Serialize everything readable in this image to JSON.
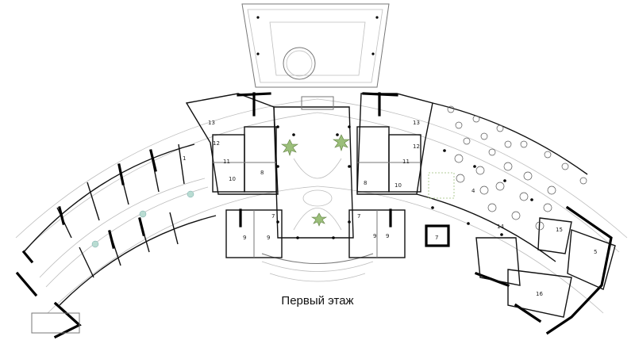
{
  "caption": "Первый этаж",
  "room_labels": [
    {
      "id": "13-left",
      "text": "13"
    },
    {
      "id": "12-left",
      "text": "12"
    },
    {
      "id": "11-left",
      "text": "11"
    },
    {
      "id": "10-left",
      "text": "10"
    },
    {
      "id": "8-left",
      "text": "8"
    },
    {
      "id": "7-left",
      "text": "7"
    },
    {
      "id": "9a-left",
      "text": "9"
    },
    {
      "id": "9b-left",
      "text": "9"
    },
    {
      "id": "13-right",
      "text": "13"
    },
    {
      "id": "12-right",
      "text": "12"
    },
    {
      "id": "11-right",
      "text": "11"
    },
    {
      "id": "10-right",
      "text": "10"
    },
    {
      "id": "8-right",
      "text": "8"
    },
    {
      "id": "7-right",
      "text": "7"
    },
    {
      "id": "9a-right",
      "text": "9"
    },
    {
      "id": "9b-right",
      "text": "9"
    },
    {
      "id": "7-east",
      "text": "7"
    },
    {
      "id": "4",
      "text": "4"
    },
    {
      "id": "14",
      "text": "14"
    },
    {
      "id": "15",
      "text": "15"
    },
    {
      "id": "5",
      "text": "5"
    },
    {
      "id": "16",
      "text": "16"
    },
    {
      "id": "1",
      "text": "1"
    }
  ]
}
